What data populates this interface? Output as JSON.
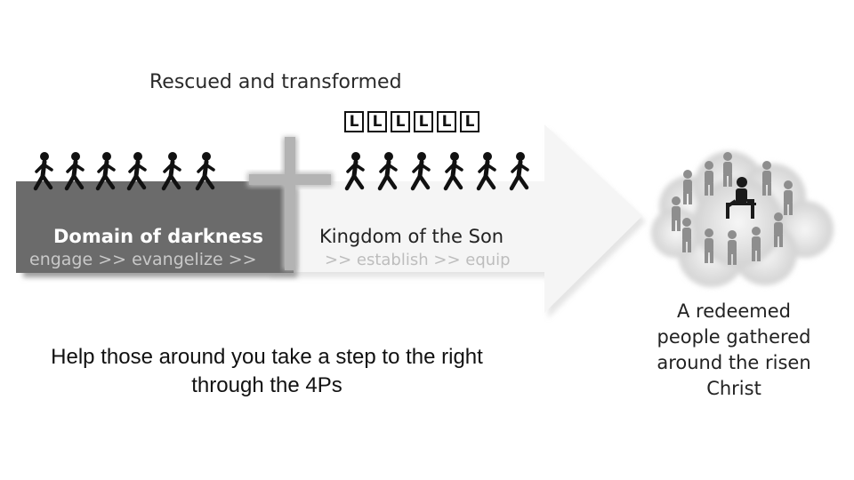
{
  "top_label": "Rescued and transformed",
  "darkness": {
    "title": "Domain of darkness",
    "subtitle": "engage >> evangelize >>"
  },
  "kingdom": {
    "title": "Kingdom of the Son",
    "subtitle": ">> establish >> equip",
    "badges": [
      "L",
      "L",
      "L",
      "L",
      "L",
      "L"
    ]
  },
  "gathering": {
    "caption_lines": [
      "A redeemed",
      "people gathered",
      "around the risen",
      "Christ"
    ]
  },
  "footer": {
    "line1": "Help those around you take a step to the right",
    "line2": "through the 4Ps"
  },
  "colors": {
    "darkness_box": "#6e6e6e",
    "cross": "#b5b5b5",
    "arrow": "#f4f4f4",
    "figures": "#111111",
    "crowd": "#9a9a9a",
    "cloud": "#e2e2e2"
  }
}
